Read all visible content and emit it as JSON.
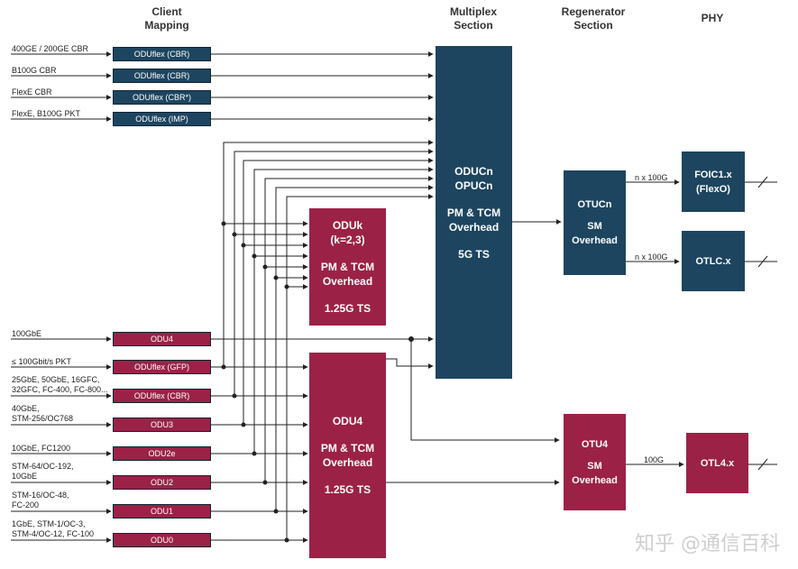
{
  "headers": {
    "client_mapping": "Client\nMapping",
    "multiplex": "Multiplex\nSection",
    "regenerator": "Regenerator\nSection",
    "phy": "PHY"
  },
  "inputs": [
    {
      "label": "400GE / 200GE CBR",
      "box": "ODUflex (CBR)"
    },
    {
      "label": "B100G CBR",
      "box": "ODUflex (CBR)"
    },
    {
      "label": "FlexE CBR",
      "box": "ODUflex (CBR*)"
    },
    {
      "label": "FlexE, B100G PKT",
      "box": "ODUflex (IMP)"
    },
    {
      "label": "100GbE",
      "box": "ODU4"
    },
    {
      "label": "≤ 100Gbit/s PKT",
      "box": "ODUflex (GFP)"
    },
    {
      "label": "25GbE, 50GbE, 16GFC,\n32GFC, FC-400, FC-800...",
      "box": "ODUflex (CBR)"
    },
    {
      "label": "40GbE,\nSTM-256/OC768",
      "box": "ODU3"
    },
    {
      "label": "10GbE, FC1200",
      "box": "ODU2e"
    },
    {
      "label": "STM-64/OC-192,\n10GbE",
      "box": "ODU2"
    },
    {
      "label": "STM-16/OC-48,\nFC-200",
      "box": "ODU1"
    },
    {
      "label": "1GbE, STM-1/OC-3,\nSTM-4/OC-12, FC-100",
      "box": "ODU0"
    }
  ],
  "oduk": {
    "l1": "ODUk",
    "l2": "(k=2,3)",
    "l3": "PM & TCM",
    "l4": "Overhead",
    "l5": "1.25G TS"
  },
  "odu4": {
    "l1": "ODU4",
    "l2": "PM & TCM",
    "l3": "Overhead",
    "l4": "1.25G TS"
  },
  "oducn": {
    "l1": "ODUCn",
    "l2": "OPUCn",
    "l3": "PM & TCM",
    "l4": "Overhead",
    "l5": "5G TS"
  },
  "otucn": {
    "l1": "OTUCn",
    "l2": "SM",
    "l3": "Overhead"
  },
  "otu4": {
    "l1": "OTU4",
    "l2": "SM",
    "l3": "Overhead"
  },
  "phy": {
    "foic": "FOIC1.x\n(FlexO)",
    "otlc": "OTLC.x",
    "otl4": "OTL4.x"
  },
  "links": {
    "n100g_a": "n x 100G",
    "n100g_b": "n x 100G",
    "g100": "100G"
  },
  "watermark": "知乎 @通信百科",
  "colors": {
    "navy": "#1d4560",
    "red": "#9b2246"
  }
}
